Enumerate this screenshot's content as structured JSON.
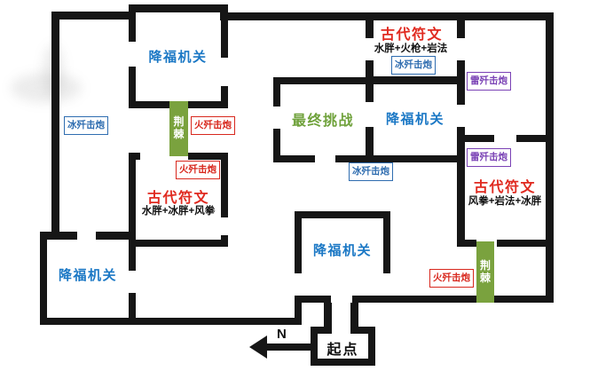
{
  "rooms": {
    "blessing": "降福机关",
    "final_challenge": "最终挑战",
    "ancient_runes": "古代符文",
    "runes_top_enemies": "水胖+火枪+岩法",
    "runes_left_enemies": "水胖+冰胖+风拳",
    "runes_right_enemies": "风拳+岩法+冰胖"
  },
  "markers": {
    "ice_cannon": "冰歼击炮",
    "fire_cannon": "火歼击炮",
    "electro_cannon": "雷歼击炮",
    "thorns": "荆棘",
    "start": "起点",
    "compass": "N"
  },
  "colors": {
    "blessing_blue": "#1b78c5",
    "final_challenge_green": "#70a23c",
    "ancient_runes_red": "#e02a20",
    "ice_cannon_blue": "#2f6db0",
    "fire_cannon_red": "#d8281e",
    "electro_cannon_purple": "#7a42b5",
    "thorns_green": "#7aa23e",
    "wall_black": "#161616"
  }
}
